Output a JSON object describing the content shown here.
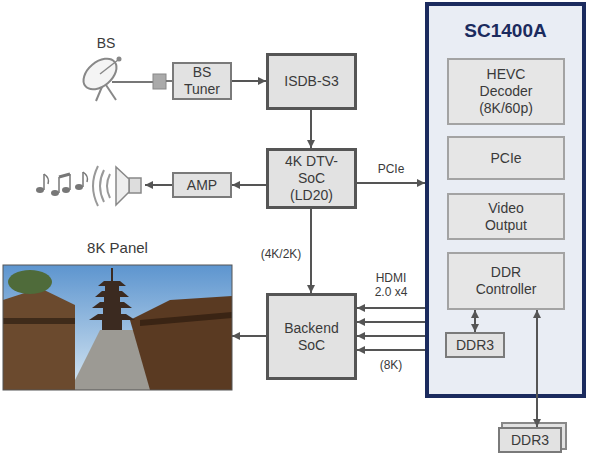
{
  "diagram": {
    "nodes": [
      {
        "text": [
          "BS Tuner"
        ]
      },
      {
        "text": [
          "ISDB-S3"
        ]
      },
      {
        "text": [
          "AMP"
        ]
      },
      {
        "text": [
          "4K DTV-SoC (LD20)"
        ]
      },
      {
        "text": [
          "8K Panel"
        ]
      },
      {
        "text": [
          "Backend SoC"
        ]
      },
      {
        "text": [
          "SC1400A"
        ]
      },
      {
        "text": [
          "HEVC Decoder (8K/60p)"
        ],
        "in": 6
      },
      {
        "text": [
          "PCIe"
        ],
        "in": 6
      },
      {
        "text": [
          "Video Output"
        ],
        "in": 6
      },
      {
        "text": [
          "DDR Controller"
        ],
        "in": 6
      },
      {
        "text": [
          "DDR3"
        ],
        "in": 6
      },
      {
        "text": [
          "DDR3"
        ]
      }
    ],
    "edges": [
      {
        "from": 0,
        "to": 1,
        "arrow": "to"
      },
      {
        "from": 1,
        "to": 3,
        "arrow": "to"
      },
      {
        "from": 3,
        "to": 2,
        "arrow": "to"
      },
      {
        "from": 3,
        "to": 6,
        "label": "PCIe",
        "arrow": "to"
      },
      {
        "from": 3,
        "to": 5,
        "label": "(4K/2K)",
        "arrow": "to"
      },
      {
        "from": 5,
        "to": 4,
        "arrow": "to"
      },
      {
        "from": 6,
        "to": 5,
        "label": "HDMI 2.0 x4",
        "arrow": "to"
      },
      {
        "from": 6,
        "to": 5,
        "arrow": "to"
      },
      {
        "from": 6,
        "to": 5,
        "arrow": "to"
      },
      {
        "from": 6,
        "to": 5,
        "label": "(8K)",
        "arrow": "to"
      },
      {
        "from": 10,
        "to": 11,
        "arrow": "both"
      },
      {
        "from": 10,
        "to": 12,
        "arrow": "both"
      }
    ],
    "labels": [
      "BS"
    ]
  }
}
